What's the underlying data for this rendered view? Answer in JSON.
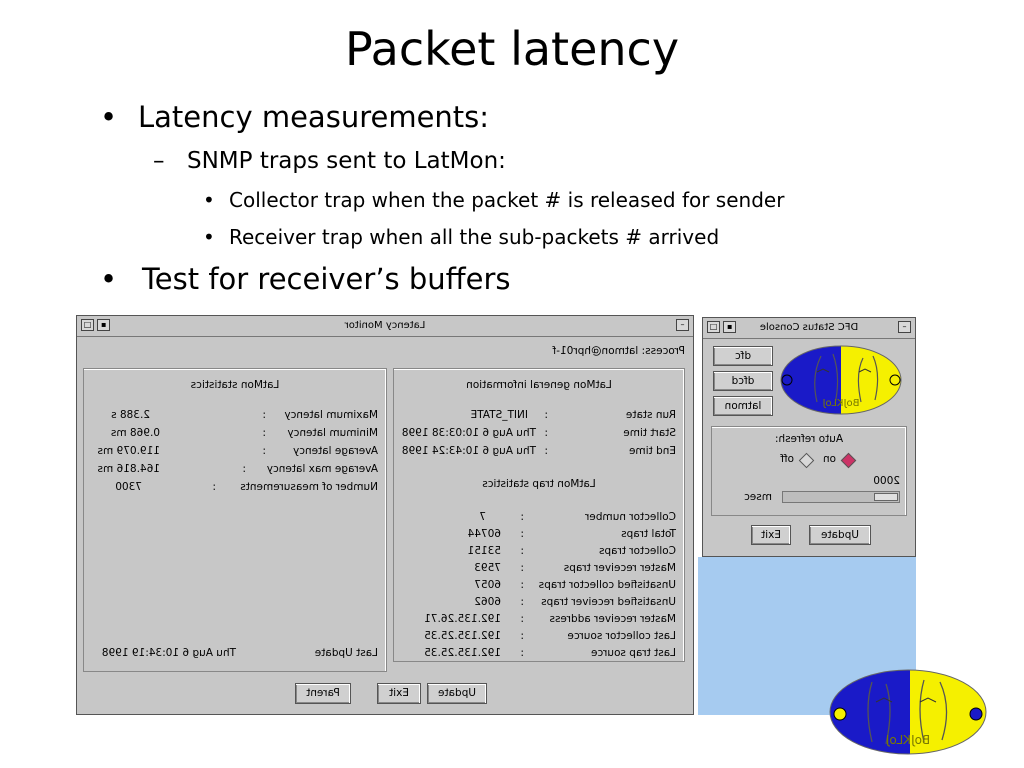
{
  "slide": {
    "title": "Packet latency",
    "bullets": [
      {
        "level": 1,
        "text": "Latency measurements:"
      },
      {
        "level": 2,
        "text": "SNMP traps sent to LatMon:"
      },
      {
        "level": 3,
        "text": "Collector trap when the packet # is released for sender"
      },
      {
        "level": 3,
        "text": "Receiver trap when all the sub-packets # arrived"
      },
      {
        "level": 1,
        "text": "Test for receiver’s buffers"
      }
    ],
    "markers": {
      "l1": "•",
      "l2": "–",
      "l3": "•"
    }
  },
  "latency_monitor": {
    "title": "Latency Monitor",
    "process": "Process: latmon@hpr01-f",
    "general": {
      "heading": "LatMon general information",
      "rows": [
        {
          "label": "Run state",
          "value": "INIT_STATE"
        },
        {
          "label": "Start time",
          "value": "Thu Aug  6 10:03:38 1998"
        },
        {
          "label": "End time",
          "value": "Thu Aug  6 10:43:24 1998"
        }
      ]
    },
    "trap_stats": {
      "heading": "LatMon trap statistics",
      "rows": [
        {
          "label": "Collector number",
          "value": "7"
        },
        {
          "label": "Total traps",
          "value": "60744"
        },
        {
          "label": "Collector traps",
          "value": "53151"
        },
        {
          "label": "Master receiver traps",
          "value": "7593"
        },
        {
          "label": "Unsatisfied collector traps",
          "value": "6057"
        },
        {
          "label": "Unsatisfied receiver traps",
          "value": "6062"
        },
        {
          "label": "Master receiver address",
          "value": "192.135.26.71"
        },
        {
          "label": "Last collector source",
          "value": "192.135.25.35"
        },
        {
          "label": "Last trap source",
          "value": "192.135.25.35"
        }
      ]
    },
    "stats": {
      "heading": "LatMon statistics",
      "rows": [
        {
          "label": "Maximum latency",
          "value": "2.388 s"
        },
        {
          "label": "Minimum latency",
          "value": "0.968 ms"
        },
        {
          "label": "Average latency",
          "value": "119.079 ms"
        },
        {
          "label": "Average max latency",
          "value": "164.816 ms"
        },
        {
          "label": "Number of measurements",
          "value": "7300"
        }
      ],
      "last_update_label": "Last Update",
      "last_update_value": "Thu Aug  6 10:34:19 1998"
    },
    "buttons": {
      "update": "Update",
      "exit": "Exit",
      "parent": "Parent"
    },
    "colon": ":"
  },
  "status_console": {
    "title": "DFC Status Console",
    "buttons": [
      "dfc",
      "dfcd",
      "latmon"
    ],
    "logo_text": "BoJKLoJ",
    "auto_refresh_label": "Auto refresh:",
    "on_label": "on",
    "off_label": "off",
    "refresh_value": "2000",
    "refresh_unit": "msec",
    "update_button": "Update",
    "exit_button": "Exit"
  },
  "colors": {
    "window_bg": "#c7c7c7",
    "desktop_blue": "#a6cbf0",
    "logo_yellow": "#f5f000",
    "logo_blue": "#1a1ac8"
  }
}
